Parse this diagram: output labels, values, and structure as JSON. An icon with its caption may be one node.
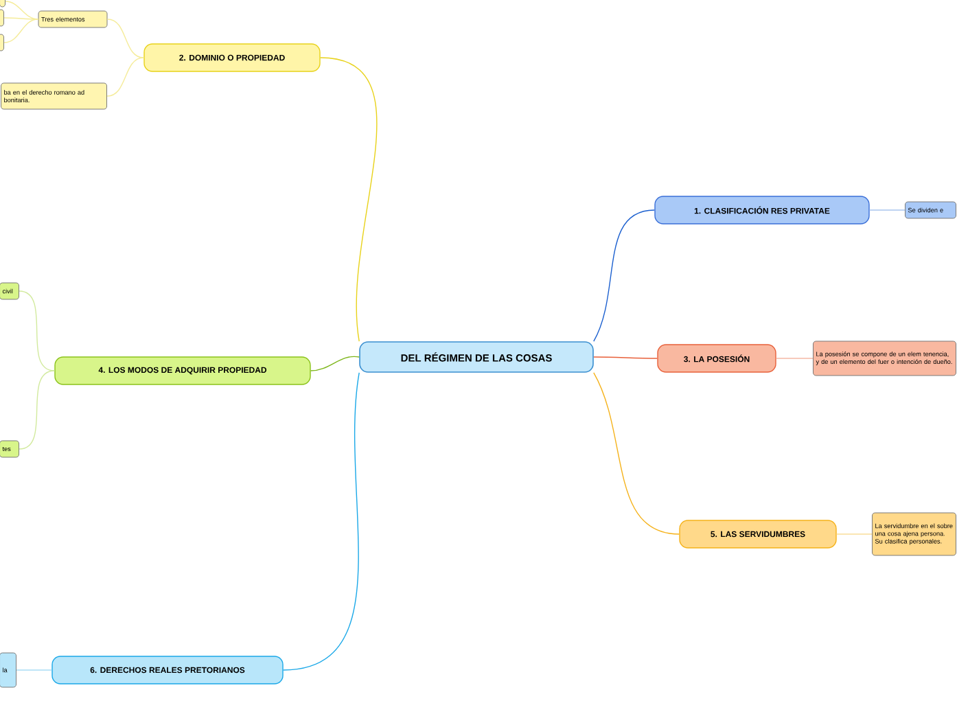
{
  "diagram": {
    "nodes": [
      {
        "text": [
          "DEL RÉGIMEN DE LAS COSAS"
        ]
      },
      {
        "text": [
          "1. CLASIFICACIÓN RES PRIVATAE"
        ]
      },
      {
        "text": [
          "Se dividen e"
        ]
      },
      {
        "text": [
          "3. LA POSESIÓN"
        ]
      },
      {
        "text": [
          "La posesión se compone de un elem tenencia, y de un elemento del fuer o intención de dueño."
        ]
      },
      {
        "text": [
          "5. LAS SERVIDUMBRES"
        ]
      },
      {
        "text": [
          "La servidumbre en el sobre una cosa ajena persona. Su clasifica personales."
        ]
      },
      {
        "text": [
          "2. DOMINIO O PROPIEDAD"
        ]
      },
      {
        "text": [
          "Tres elementos"
        ]
      },
      {
        "text": [],
        "shape": "box"
      },
      {
        "text": [],
        "shape": "box"
      },
      {
        "text": [],
        "shape": "box"
      },
      {
        "text": [
          "ba en el derecho romano ad bonitaria."
        ]
      },
      {
        "text": [
          "4. LOS MODOS DE ADQUIRIR PROPIEDAD"
        ]
      },
      {
        "text": [
          "civil"
        ]
      },
      {
        "text": [
          "tes"
        ]
      },
      {
        "text": [
          "6. DERECHOS REALES PRETORIANOS"
        ]
      },
      {
        "text": [
          "la"
        ]
      }
    ],
    "edges": [
      {
        "from": 0,
        "to": 1,
        "arrow": "none",
        "color": "#1a5fcf"
      },
      {
        "from": 1,
        "to": 2,
        "arrow": "none",
        "color": "#a9c4ee"
      },
      {
        "from": 0,
        "to": 3,
        "arrow": "none",
        "color": "#e8603a"
      },
      {
        "from": 3,
        "to": 4,
        "arrow": "none",
        "color": "#f5b8a4"
      },
      {
        "from": 0,
        "to": 5,
        "arrow": "none",
        "color": "#f5b21a"
      },
      {
        "from": 5,
        "to": 6,
        "arrow": "none",
        "color": "#f8dc9a"
      },
      {
        "from": 0,
        "to": 7,
        "arrow": "none",
        "color": "#e8d21a"
      },
      {
        "from": 7,
        "to": 8,
        "arrow": "none",
        "color": "#f5ec9a"
      },
      {
        "from": 8,
        "to": 9,
        "arrow": "none",
        "color": "#f5ec9a"
      },
      {
        "from": 8,
        "to": 10,
        "arrow": "none",
        "color": "#f5ec9a"
      },
      {
        "from": 8,
        "to": 11,
        "arrow": "none",
        "color": "#f5ec9a"
      },
      {
        "from": 7,
        "to": 12,
        "arrow": "none",
        "color": "#f5ec9a"
      },
      {
        "from": 0,
        "to": 13,
        "arrow": "none",
        "color": "#7cb518"
      },
      {
        "from": 13,
        "to": 14,
        "arrow": "none",
        "color": "#d2ea9e"
      },
      {
        "from": 13,
        "to": 15,
        "arrow": "none",
        "color": "#d2ea9e"
      },
      {
        "from": 0,
        "to": 16,
        "arrow": "none",
        "color": "#1aa8e8"
      },
      {
        "from": 16,
        "to": 17,
        "arrow": "none",
        "color": "#a8dcf5"
      }
    ]
  }
}
